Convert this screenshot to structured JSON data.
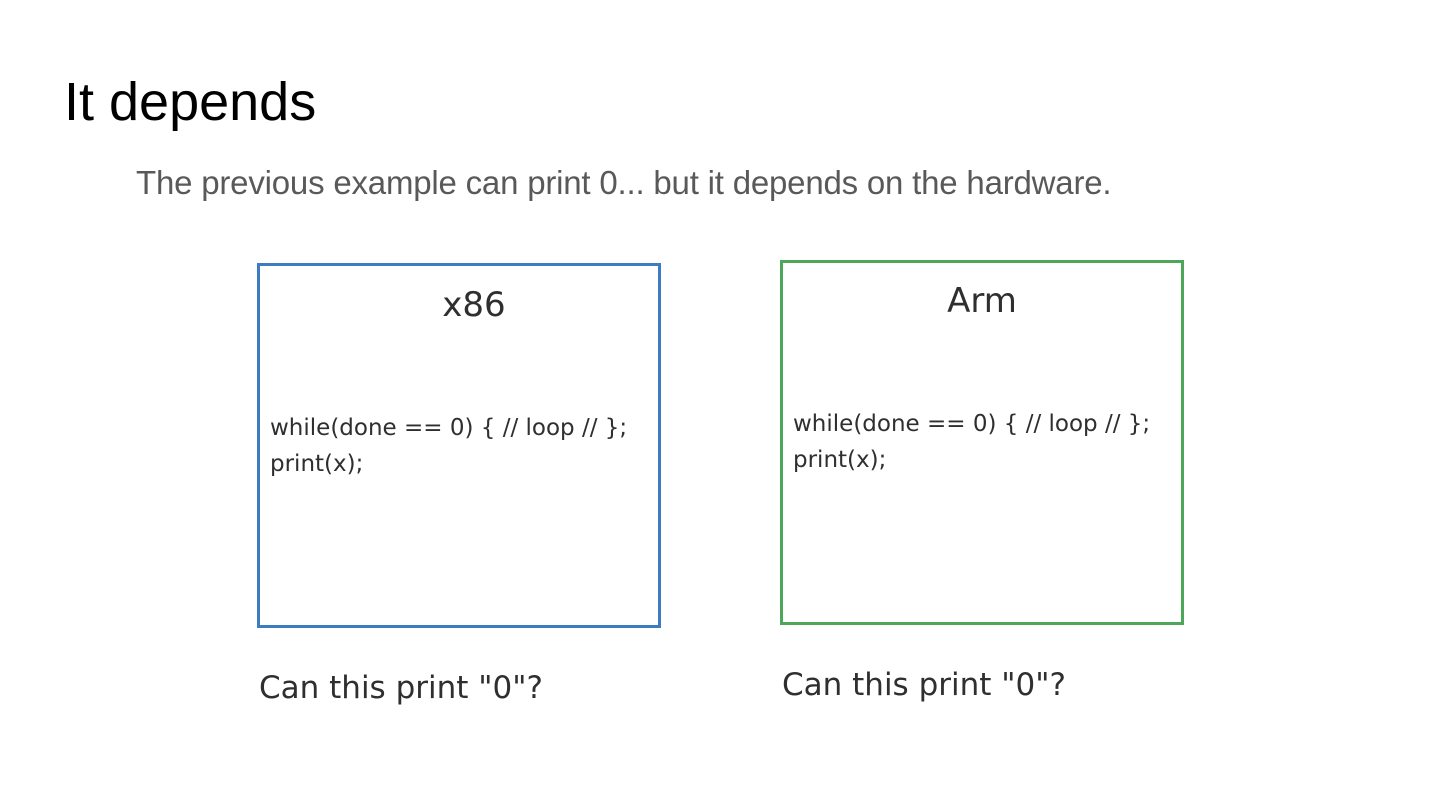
{
  "slide": {
    "title": "It depends",
    "subtitle": "The previous example can print 0... but it depends on the hardware."
  },
  "panels": [
    {
      "title": "x86",
      "code_lines": [
        "while(done == 0) { // loop // };",
        "print(x);"
      ],
      "question": "Can this print \"0\"?",
      "border_color": "#3d7cc0"
    },
    {
      "title": "Arm",
      "code_lines": [
        "while(done == 0) { // loop // };",
        "print(x);"
      ],
      "question": "Can this print \"0\"?",
      "border_color": "#4ea65a"
    }
  ]
}
